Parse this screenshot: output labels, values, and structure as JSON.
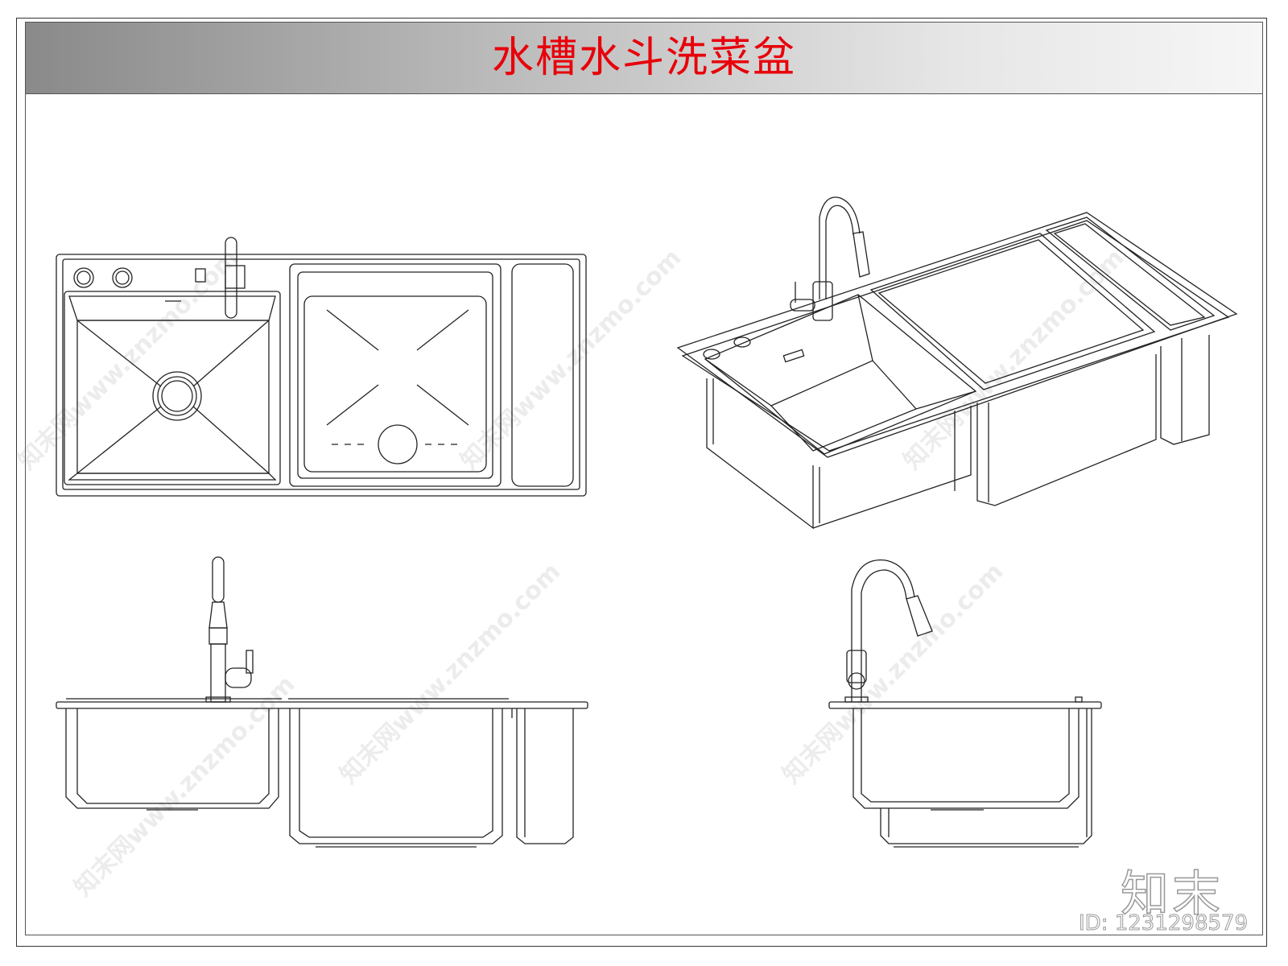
{
  "title": "水槽水斗洗菜盆",
  "watermark": "知末网www.znzmo.com",
  "logo_text": "知末",
  "id_text": "ID: 1231298579",
  "colors": {
    "title": "#e8000a",
    "line": "#222222",
    "watermark": "#9a9a9a"
  }
}
